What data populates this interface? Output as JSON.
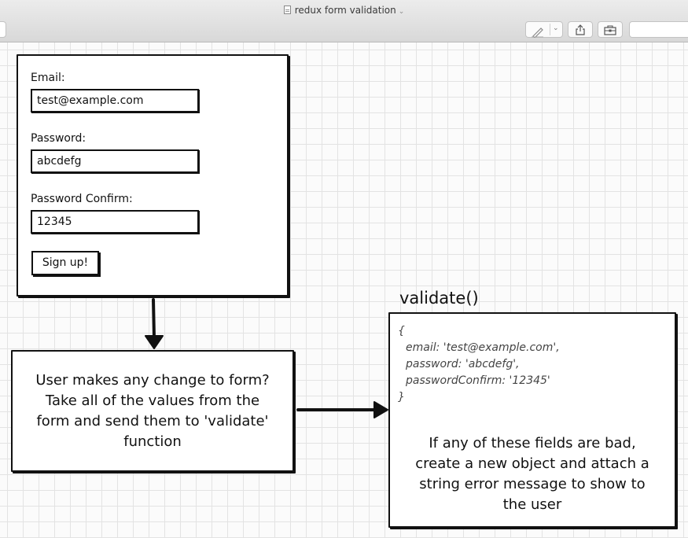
{
  "window": {
    "title": "redux form validation",
    "icons": {
      "document": "document-icon",
      "title_menu": "chevron-down-icon",
      "pen": "pen-icon",
      "pen_menu": "chevron-down-icon",
      "share": "share-icon",
      "toolbox": "toolbox-icon"
    }
  },
  "form": {
    "email_label": "Email:",
    "email_value": "test@example.com",
    "password_label": "Password:",
    "password_value": "abcdefg",
    "confirm_label": "Password Confirm:",
    "confirm_value": "12345",
    "signup_label": "Sign up!"
  },
  "change_box": {
    "lines": [
      "User makes any change to form?",
      "Take all of the values from the",
      "form and send them to 'validate'",
      "function"
    ]
  },
  "validate": {
    "title": "validate()",
    "code_lines": [
      "{",
      "email: 'test@example.com',",
      "password: 'abcdefg',",
      "passwordConfirm: '12345'",
      "}"
    ],
    "text_lines": [
      "If any of these fields are bad,",
      "create a new object and attach a",
      "string error message to show to",
      "the user"
    ]
  }
}
